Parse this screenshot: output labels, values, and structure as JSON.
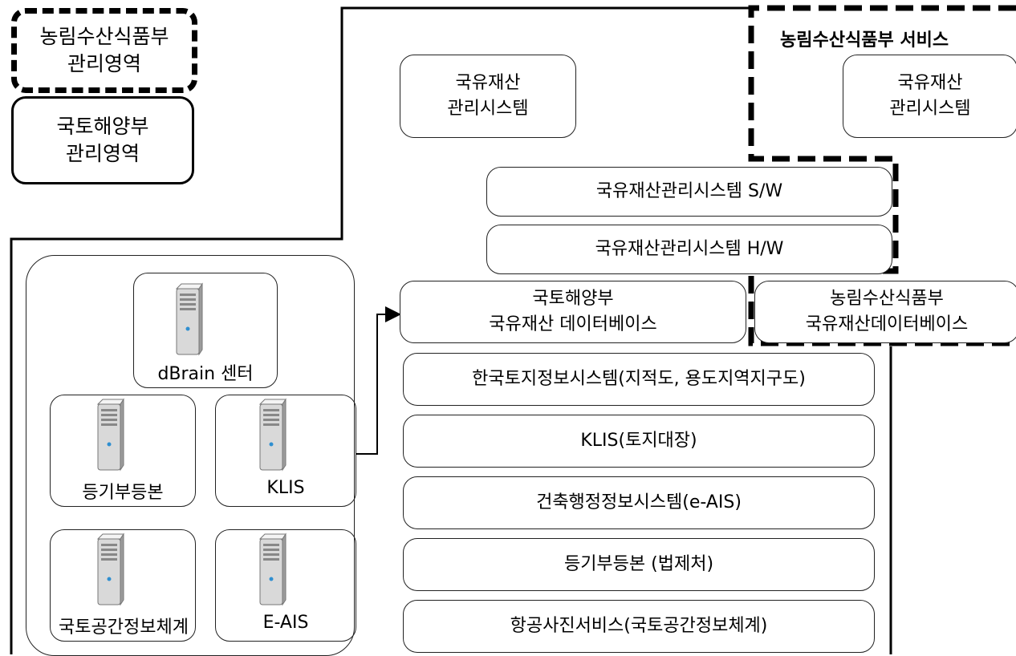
{
  "legend": {
    "agriculture_area": [
      "농림수산식품부",
      "관리영역"
    ],
    "land_area": [
      "국토해양부",
      "관리영역"
    ]
  },
  "agriculture_service": {
    "title": "농림수산식품부 서비스",
    "system_box": [
      "국유재산",
      "관리시스템"
    ],
    "database_box": [
      "농림수산식품부",
      "국유재산데이터베이스"
    ]
  },
  "land_ministry": {
    "system_box": [
      "국유재산",
      "관리시스템"
    ],
    "software_layer": "국유재산관리시스템 S/W",
    "hardware_layer": "국유재산관리시스템 H/W",
    "database_box": [
      "국토해양부",
      "국유재산 데이터베이스"
    ],
    "linked_services": [
      "한국토지정보시스템(지적도, 용도지역지구도)",
      "KLIS(토지대장)",
      "건축행정정보시스템(e-AIS)",
      "등기부등본 (법제처)",
      "항공사진서비스(국토공간정보체계)"
    ]
  },
  "dbrain": {
    "center_label": "dBrain 센터",
    "servers": [
      "등기부등본",
      "KLIS",
      "국토공간정보체계",
      "E-AIS"
    ]
  }
}
